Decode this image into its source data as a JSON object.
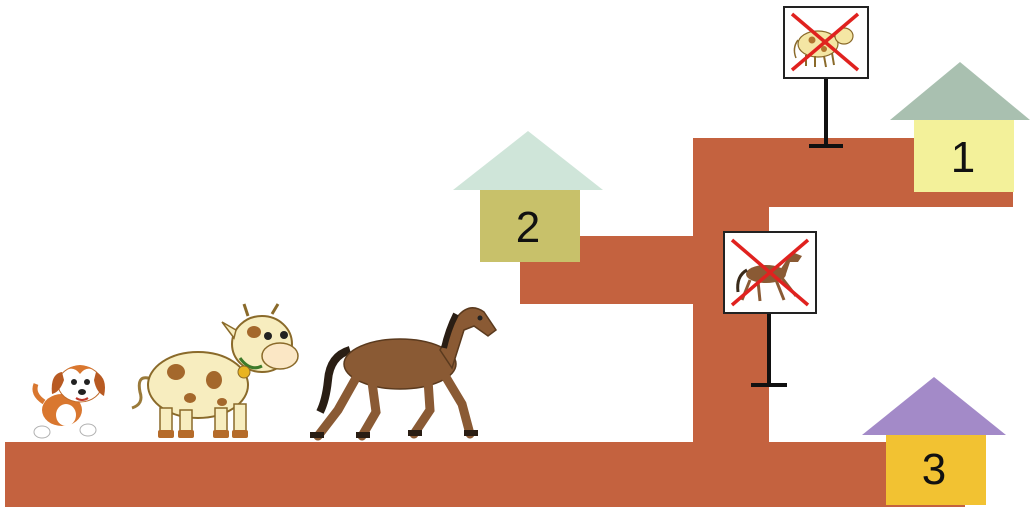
{
  "colors": {
    "road": "#c4623f",
    "sign_cross": "#e0221f",
    "post": "#111111"
  },
  "houses": [
    {
      "number": "1",
      "roof_color": "#a9c0b0",
      "wall_color": "#f3f19a"
    },
    {
      "number": "2",
      "roof_color": "#cfe5d9",
      "wall_color": "#c8c16a"
    },
    {
      "number": "3",
      "roof_color": "#a38ac8",
      "wall_color": "#f2c232"
    }
  ],
  "signs": [
    {
      "prohibited": "cow"
    },
    {
      "prohibited": "horse"
    }
  ],
  "animals": [
    "dog",
    "cow",
    "horse"
  ]
}
